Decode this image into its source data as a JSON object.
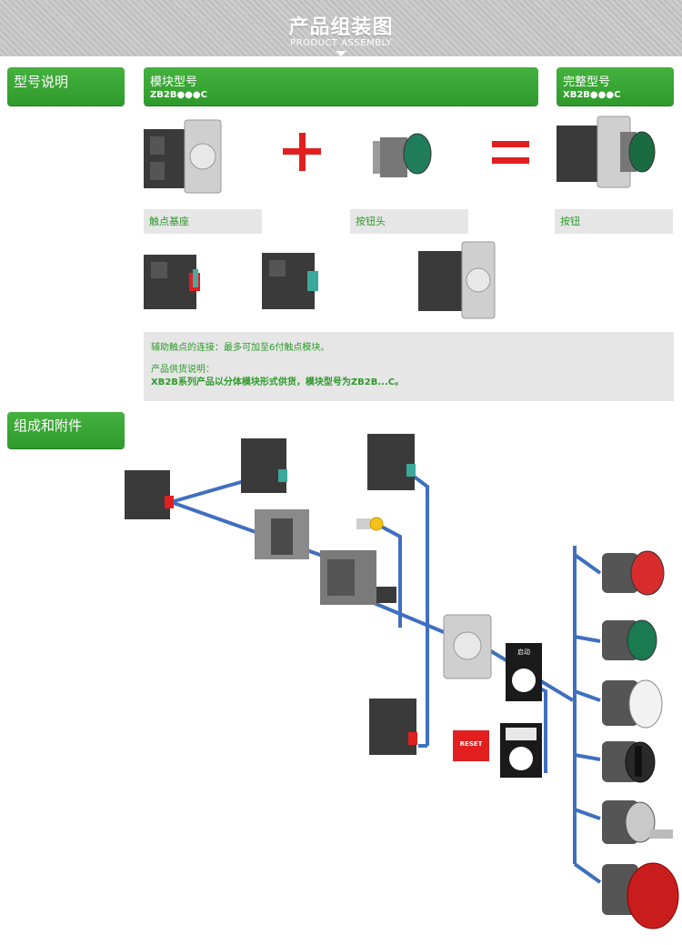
{
  "header": {
    "title": "产品组装图",
    "subtitle": "PRODUCT ASSEMBLY"
  },
  "sections": {
    "model_desc": "型号说明",
    "composition": "组成和附件"
  },
  "module": {
    "title": "模块型号",
    "code": "ZB2B●●●C"
  },
  "complete": {
    "title": "完整型号",
    "code": "XB2B●●●C"
  },
  "labels": {
    "base": "触点基座",
    "head": "按钮头",
    "button": "按钮"
  },
  "notes": {
    "line1": "辅助触点的连接：最多可加至6付触点模块。",
    "line2": "产品供货说明：",
    "line3": "XB2B系列产品以分体模块形式供货，模块型号为ZB2B...C。"
  },
  "legend_plate": {
    "top_text": "启动",
    "reset": "RESET"
  },
  "colors": {
    "green": "#2e9a2b",
    "red": "#e11f1f",
    "wire_blue": "#3f6fbf",
    "gray_panel": "#e6e6e6"
  }
}
